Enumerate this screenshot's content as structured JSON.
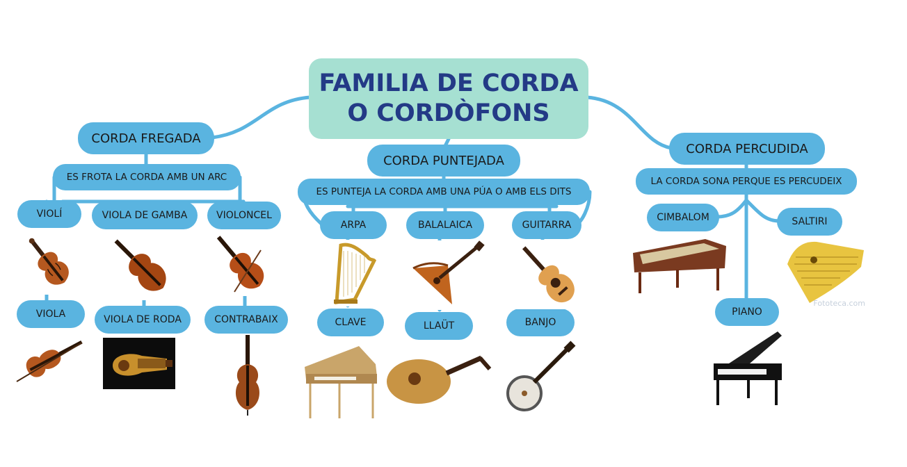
{
  "root": {
    "line1": "FAMILIA DE CORDA",
    "line2": "O CORDÒFONS"
  },
  "branches": {
    "fregada": {
      "title": "CORDA FREGADA",
      "description": "ES FROTA LA CORDA AMB UN ARC",
      "instruments": [
        "VIOLÍ",
        "VIOLA DE GAMBA",
        "VIOLONCEL",
        "VIOLA",
        "VIOLA DE RODA",
        "CONTRABAIX"
      ]
    },
    "puntejada": {
      "title": "CORDA PUNTEJADA",
      "description": "ES PUNTEJA LA CORDA AMB UNA PÚA O AMB ELS DITS",
      "instruments": [
        "ARPA",
        "BALALAICA",
        "GUITARRA",
        "CLAVE",
        "LLAÜT",
        "BANJO"
      ]
    },
    "percudida": {
      "title": "CORDA PERCUDIDA",
      "description": "LA CORDA SONA PERQUE ES PERCUDEIX",
      "instruments": [
        "CIMBALOM",
        "SALTIRI",
        "PIANO"
      ]
    }
  },
  "watermark": "Fototeca.com",
  "colors": {
    "root_fill": "#a6e0d2",
    "root_text": "#233a86",
    "node_fill": "#5ab4e0",
    "connector": "#5ab4e0",
    "wood": "#b5581f"
  },
  "icons": [
    "violin-icon",
    "viola-da-gamba-icon",
    "cello-icon",
    "viola-icon",
    "hurdy-gurdy-icon",
    "double-bass-icon",
    "harp-icon",
    "balalaika-icon",
    "guitar-icon",
    "harpsichord-icon",
    "lute-icon",
    "banjo-icon",
    "cimbalom-icon",
    "psaltery-icon",
    "piano-icon"
  ]
}
